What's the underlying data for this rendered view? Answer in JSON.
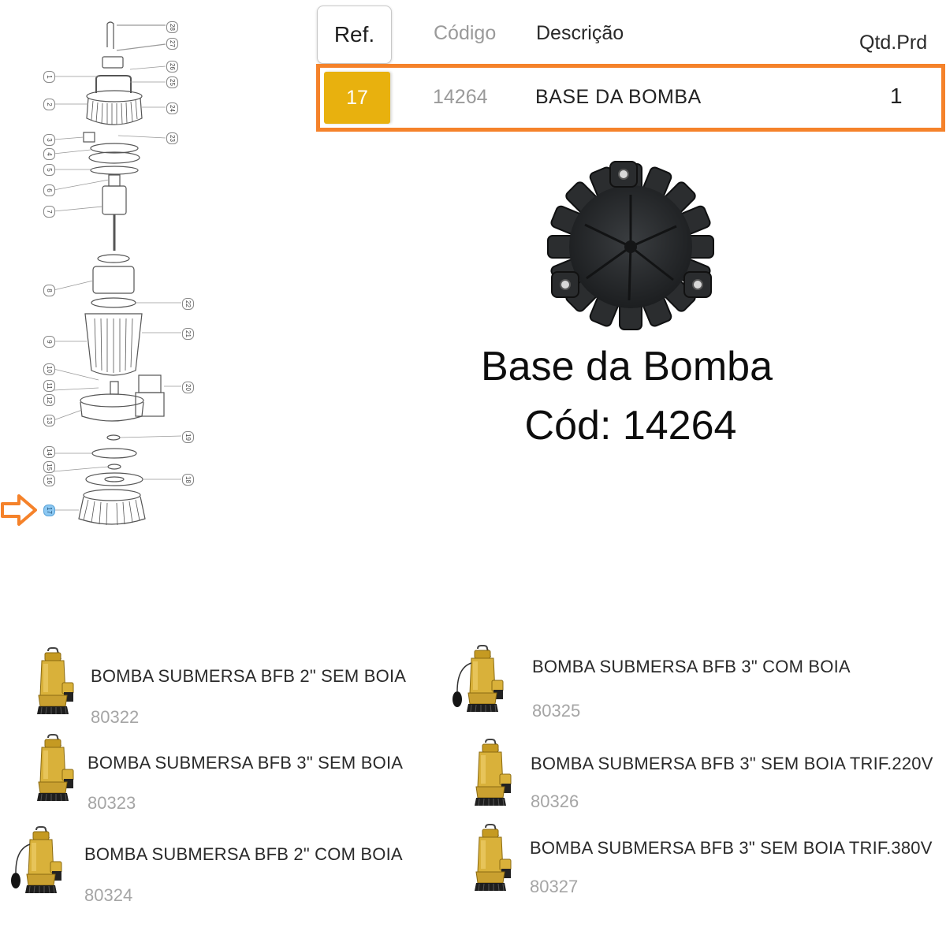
{
  "table": {
    "headers": {
      "ref": "Ref.",
      "codigo": "Código",
      "descricao": "Descrição",
      "qtd": "Qtd.Prd"
    },
    "row": {
      "ref": "17",
      "codigo": "14264",
      "descricao": "BASE DA BOMBA",
      "qtd": "1"
    }
  },
  "caption": {
    "title": "Base da Bomba",
    "code_line": "Cód: 14264"
  },
  "diagram": {
    "left_callouts": [
      "1",
      "2",
      "3",
      "4",
      "5",
      "6",
      "7",
      "8",
      "9",
      "10",
      "11",
      "12",
      "13",
      "14",
      "15",
      "16",
      "17"
    ],
    "right_callouts": [
      "28",
      "27",
      "26",
      "25",
      "24",
      "23",
      "22",
      "21",
      "20",
      "19",
      "18"
    ],
    "selected": "17"
  },
  "colors": {
    "highlight_border": "#f5822a",
    "ref_cell": "#e8b10e",
    "selected_callout": "#8cc8f2",
    "pump_body": "#d9b13a"
  },
  "products": [
    {
      "name": "BOMBA SUBMERSA BFB 2\" SEM BOIA",
      "code": "80322",
      "float": false
    },
    {
      "name": "BOMBA SUBMERSA BFB 3\" COM BOIA",
      "code": "80325",
      "float": true
    },
    {
      "name": "BOMBA SUBMERSA BFB 3\" SEM BOIA",
      "code": "80323",
      "float": false
    },
    {
      "name": "BOMBA SUBMERSA BFB 3\" SEM BOIA TRIF.220V",
      "code": "80326",
      "float": false
    },
    {
      "name": "BOMBA SUBMERSA BFB 2\" COM BOIA",
      "code": "80324",
      "float": true
    },
    {
      "name": "BOMBA SUBMERSA BFB 3\" SEM BOIA TRIF.380V",
      "code": "80327",
      "float": false
    }
  ]
}
